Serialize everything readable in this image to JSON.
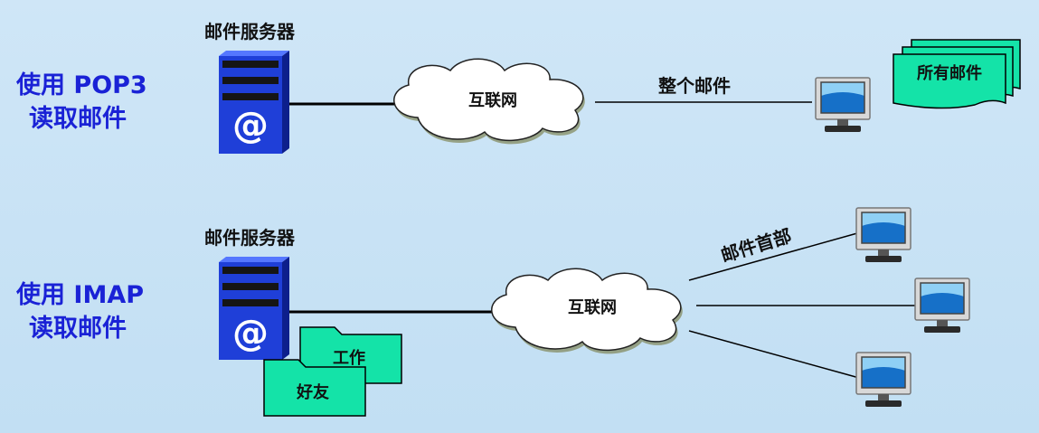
{
  "pop3": {
    "title_line1": "使用 POP3",
    "title_line2": "读取邮件",
    "server_label": "邮件服务器",
    "server_icon_text": "@",
    "cloud_label": "互联网",
    "link_label": "整个邮件",
    "doc_label": "所有邮件"
  },
  "imap": {
    "title_line1": "使用 IMAP",
    "title_line2": "读取邮件",
    "server_label": "邮件服务器",
    "server_icon_text": "@",
    "cloud_label": "互联网",
    "link_label": "邮件首部",
    "folder_work": "工作",
    "folder_friends": "好友"
  },
  "colors": {
    "title_blue": "#1a22d6",
    "server_blue": "#1f3fd8",
    "folder_green": "#14e3a8",
    "background": "#c6e1f4"
  }
}
